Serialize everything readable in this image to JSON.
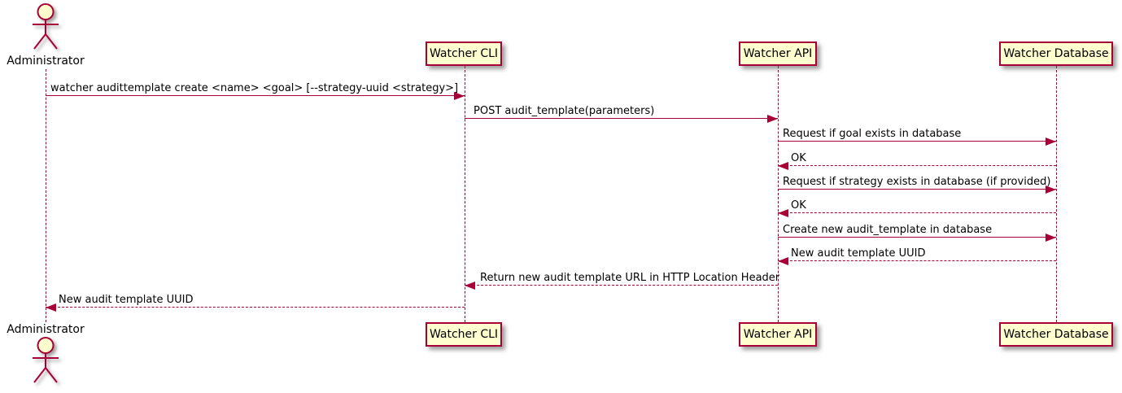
{
  "diagram_type": "uml-sequence",
  "colors": {
    "accent": "#A80036",
    "participant_fill": "#FEFECE",
    "text": "#000000",
    "background": "#FFFFFF"
  },
  "actor": {
    "label": "Administrator"
  },
  "participants": [
    {
      "label": "Watcher CLI"
    },
    {
      "label": "Watcher API"
    },
    {
      "label": "Watcher Database"
    }
  ],
  "messages": [
    {
      "from": "Administrator",
      "to": "Watcher CLI",
      "line": "solid",
      "direction": "right",
      "text": "watcher audittemplate create <name> <goal> [--strategy-uuid <strategy>]"
    },
    {
      "from": "Watcher CLI",
      "to": "Watcher API",
      "line": "solid",
      "direction": "right",
      "text": "POST audit_template(parameters)"
    },
    {
      "from": "Watcher API",
      "to": "Watcher Database",
      "line": "solid",
      "direction": "right",
      "text": "Request if goal exists in database"
    },
    {
      "from": "Watcher Database",
      "to": "Watcher API",
      "line": "dashed",
      "direction": "left",
      "text": "OK"
    },
    {
      "from": "Watcher API",
      "to": "Watcher Database",
      "line": "solid",
      "direction": "right",
      "text": "Request if strategy exists in database (if provided)"
    },
    {
      "from": "Watcher Database",
      "to": "Watcher API",
      "line": "dashed",
      "direction": "left",
      "text": "OK"
    },
    {
      "from": "Watcher API",
      "to": "Watcher Database",
      "line": "solid",
      "direction": "right",
      "text": "Create new audit_template in database"
    },
    {
      "from": "Watcher Database",
      "to": "Watcher API",
      "line": "dashed",
      "direction": "left",
      "text": "New audit template UUID"
    },
    {
      "from": "Watcher API",
      "to": "Watcher CLI",
      "line": "dashed",
      "direction": "left",
      "text": "Return new audit template URL in HTTP Location Header"
    },
    {
      "from": "Watcher CLI",
      "to": "Administrator",
      "line": "dashed",
      "direction": "left",
      "text": "New audit template UUID"
    }
  ]
}
